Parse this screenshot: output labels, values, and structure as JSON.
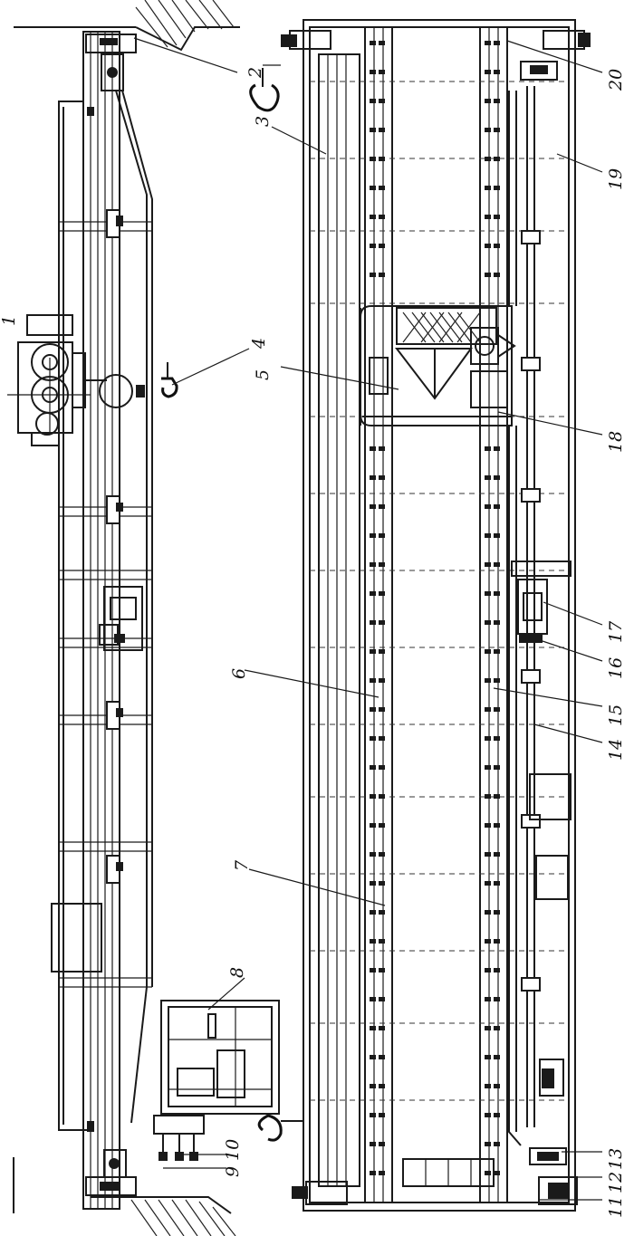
{
  "figure": {
    "callouts": [
      {
        "id": "c1",
        "text": "1"
      },
      {
        "id": "c2",
        "text": "2"
      },
      {
        "id": "c3",
        "text": "3"
      },
      {
        "id": "c4",
        "text": "4"
      },
      {
        "id": "c5",
        "text": "5"
      },
      {
        "id": "c6",
        "text": "6"
      },
      {
        "id": "c7",
        "text": "7"
      },
      {
        "id": "c8",
        "text": "8"
      },
      {
        "id": "c9",
        "text": "9"
      },
      {
        "id": "c10",
        "text": "10"
      },
      {
        "id": "c11",
        "text": "11"
      },
      {
        "id": "c12",
        "text": "12"
      },
      {
        "id": "c13",
        "text": "13"
      },
      {
        "id": "c14",
        "text": "14"
      },
      {
        "id": "c15",
        "text": "15"
      },
      {
        "id": "c16",
        "text": "16"
      },
      {
        "id": "c17",
        "text": "17"
      },
      {
        "id": "c18",
        "text": "18"
      },
      {
        "id": "c19",
        "text": "19"
      },
      {
        "id": "c20",
        "text": "20"
      }
    ]
  }
}
